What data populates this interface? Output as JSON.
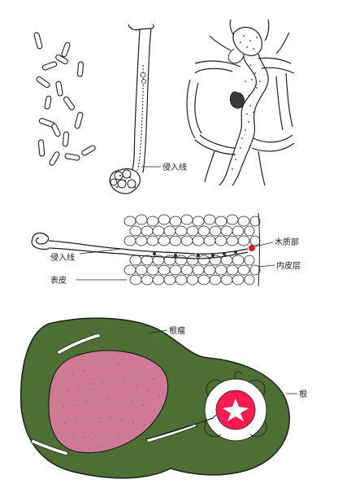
{
  "figure": {
    "labels": {
      "infection_thread_top": "侵入线",
      "infection_thread_middle": "侵入线",
      "xylem": "木质部",
      "endodermis": "内皮层",
      "epidermis": "表皮",
      "nodule": "根瘤",
      "root": "根"
    },
    "colors": {
      "nodule_green": "#4e6f33",
      "infected_tissue_pink": "#cf7b96",
      "xylem_red": "#ff1a4f",
      "bacteroid_stipple": "#5b3443"
    }
  }
}
